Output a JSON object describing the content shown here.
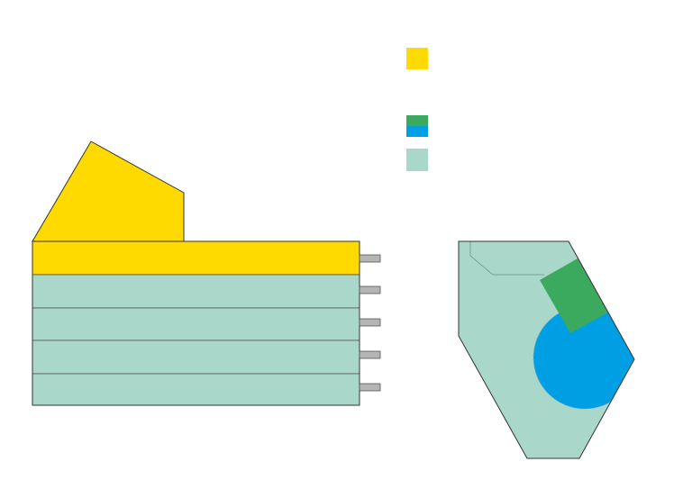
{
  "colors": {
    "yellow": "#FFDA00",
    "mint": "#A9D8CB",
    "green": "#3BAA5E",
    "blue": "#009EE3",
    "connector": "#B5B5B5",
    "outline": "#333333"
  },
  "legend": {
    "items": [
      {
        "name": "legend-yellow-swatch",
        "swatches": [
          "yellow"
        ],
        "label": ""
      },
      {
        "name": "legend-green-blue-swatch",
        "swatches": [
          "green",
          "blue"
        ],
        "label": ""
      },
      {
        "name": "legend-mint-swatch",
        "swatches": [
          "mint"
        ],
        "label": ""
      }
    ]
  },
  "side_view": {
    "floor_count": 4,
    "roof_color": "yellow",
    "floor_color": "mint"
  },
  "plan_view": {
    "base_color": "mint",
    "circle_color": "blue",
    "rect_color": "green"
  }
}
